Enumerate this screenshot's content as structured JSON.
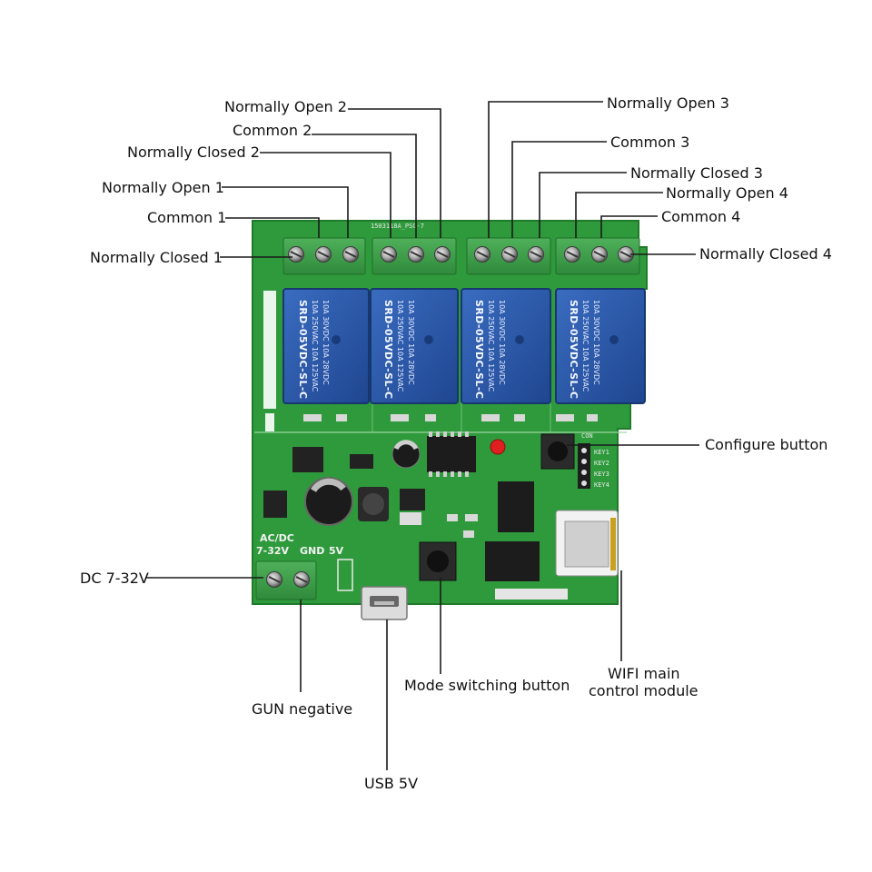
{
  "labels": {
    "no2": "Normally Open 2",
    "com2": "Common 2",
    "nc2": "Normally Closed 2",
    "no1": "Normally Open 1",
    "com1": "Common 1",
    "nc1": "Normally Closed 1",
    "no3": "Normally Open 3",
    "com3": "Common 3",
    "nc3": "Normally Closed 3",
    "no4": "Normally Open 4",
    "com4": "Common 4",
    "nc4": "Normally Closed 4",
    "configure": "Configure button",
    "dc": "DC 7-32V",
    "gun": "GUN negative",
    "usb": "USB 5V",
    "mode": "Mode switching button",
    "wifi_line1": "WIFI main",
    "wifi_line2": "control module"
  },
  "silkscreen": {
    "acdc": "AC/DC",
    "voltage": "7-32V",
    "gnd": "GND",
    "fivev": "5V",
    "board_id": "1503118A_PSG-7",
    "con": "CON",
    "key1": "KEY1",
    "key2": "KEY2",
    "key3": "KEY3",
    "key4": "KEY4"
  },
  "relay": {
    "model": "SRD-05VDC-SL-C",
    "rating1": "10A 250VAC  10A 125VAC",
    "rating2": "10A 30VDC  10A 28VDC"
  },
  "colors": {
    "pcb": "#2f9a3c",
    "relay": "#2c5aa8",
    "terminal": "#3f9d4a",
    "leader": "#1a1a1a"
  }
}
